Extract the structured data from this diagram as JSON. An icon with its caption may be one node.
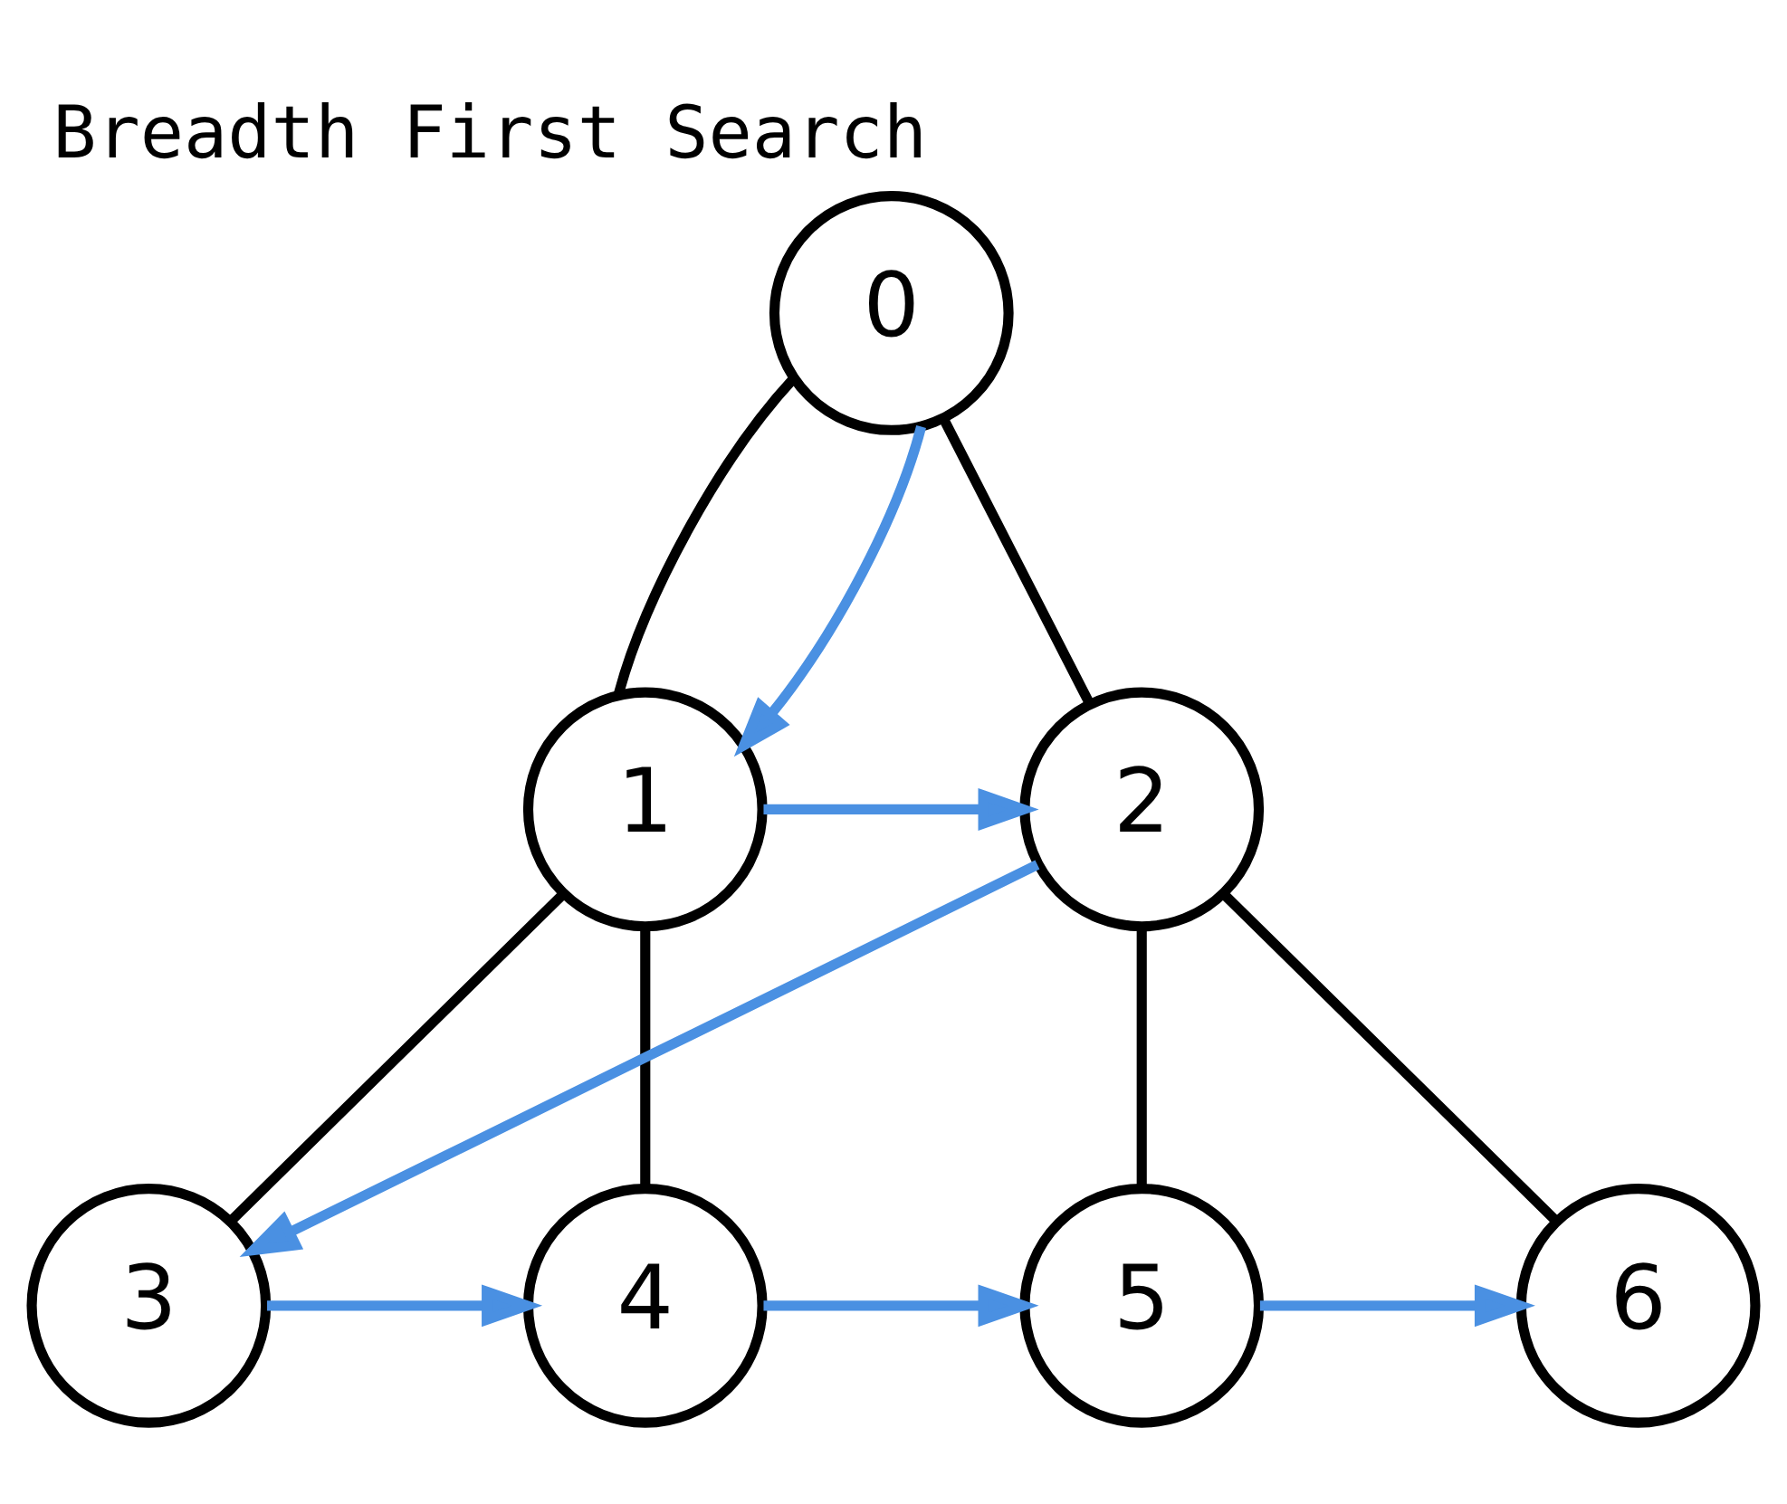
{
  "diagram": {
    "title": "Breadth First Search",
    "nodes": [
      {
        "text": [
          "0"
        ]
      },
      {
        "text": [
          "1"
        ]
      },
      {
        "text": [
          "2"
        ]
      },
      {
        "text": [
          "3"
        ]
      },
      {
        "text": [
          "4"
        ]
      },
      {
        "text": [
          "5"
        ]
      },
      {
        "text": [
          "6"
        ]
      }
    ],
    "edges": [
      {
        "from": 0,
        "to": 1,
        "arrow": "none"
      },
      {
        "from": 0,
        "to": 2,
        "arrow": "none"
      },
      {
        "from": 1,
        "to": 3,
        "arrow": "none"
      },
      {
        "from": 1,
        "to": 4,
        "arrow": "none"
      },
      {
        "from": 2,
        "to": 5,
        "arrow": "none"
      },
      {
        "from": 2,
        "to": 6,
        "arrow": "none"
      },
      {
        "from": 0,
        "to": 1,
        "arrow": "to",
        "color": "#4a90e2"
      },
      {
        "from": 1,
        "to": 2,
        "arrow": "to",
        "color": "#4a90e2"
      },
      {
        "from": 2,
        "to": 3,
        "arrow": "to",
        "color": "#4a90e2"
      },
      {
        "from": 3,
        "to": 4,
        "arrow": "to",
        "color": "#4a90e2"
      },
      {
        "from": 4,
        "to": 5,
        "arrow": "to",
        "color": "#4a90e2"
      },
      {
        "from": 5,
        "to": 6,
        "arrow": "to",
        "color": "#4a90e2"
      }
    ]
  }
}
